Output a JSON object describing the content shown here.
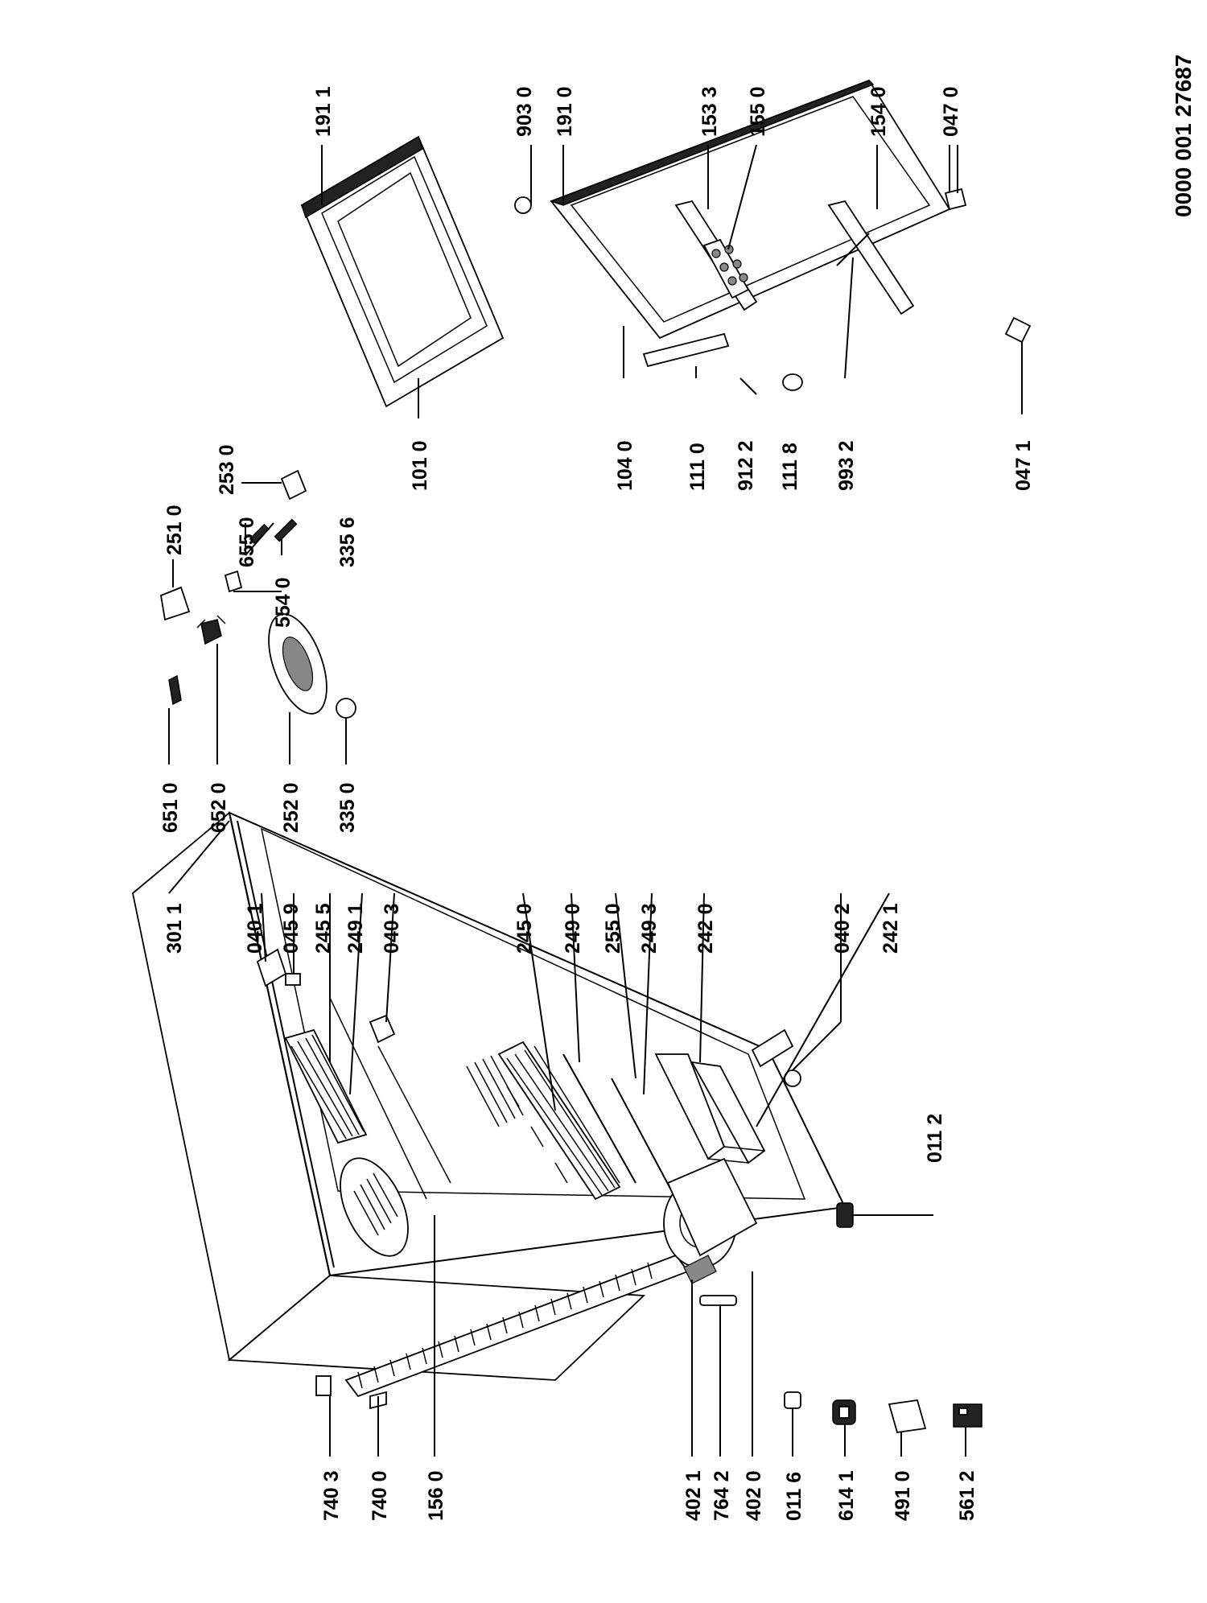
{
  "document_id": "0000  001 27687",
  "parts": {
    "p3011": "301 1",
    "p0401": "040 1",
    "p0459": "045 9",
    "p2455": "245 5",
    "p2491": "249 1",
    "p0403": "040 3",
    "p2450": "245 0",
    "p2490": "249 0",
    "p2550": "255 0",
    "p2493": "249 3",
    "p2420": "242 0",
    "p0402": "040 2",
    "p2421": "242 1",
    "p0112": "011 2",
    "p7403": "740 3",
    "p7400": "740 0",
    "p1560": "156 0",
    "p4021": "402 1",
    "p7642": "764 2",
    "p4020": "402 0",
    "p0116": "011 6",
    "p6141": "614 1",
    "p4910": "491 0",
    "p5612": "561 2",
    "p6510": "651 0",
    "p6520": "652 0",
    "p2520": "252 0",
    "p3350": "335 0",
    "p2510": "251 0",
    "p5540": "554 0",
    "p6550": "655 0",
    "p3356": "335 6",
    "p2530": "253 0",
    "p1011": "191 1",
    "p1010": "101 0",
    "p9030": "903 0",
    "p1910": "191 0",
    "p1533": "153 3",
    "p1550": "155 0",
    "p1540": "154 0",
    "p0470": "047 0",
    "p1040": "104 0",
    "p1110": "111 0",
    "p9122": "912 2",
    "p1118": "111 8",
    "p9932": "993 2",
    "p0471": "047 1"
  }
}
